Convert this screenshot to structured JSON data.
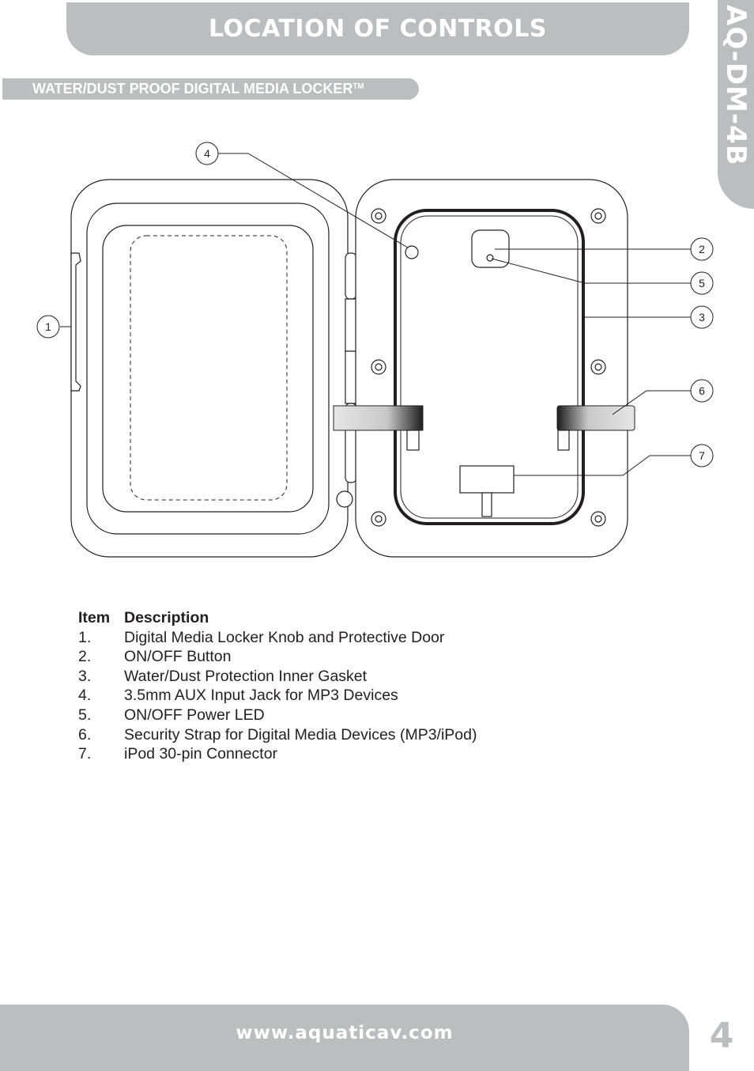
{
  "header": {
    "title": "LOCATION OF CONTROLS"
  },
  "side_tab": {
    "model": "AQ-DM-4B"
  },
  "section": {
    "title": "WATER/DUST PROOF DIGITAL MEDIA LOCKER",
    "trademark": "TM"
  },
  "diagram": {
    "callouts": [
      "1",
      "2",
      "3",
      "4",
      "5",
      "6",
      "7"
    ]
  },
  "items": {
    "header_item": "Item",
    "header_description": "Description",
    "rows": [
      {
        "num": "1.",
        "desc": "Digital Media Locker Knob and Protective Door"
      },
      {
        "num": "2.",
        "desc": "ON/OFF Button"
      },
      {
        "num": "3.",
        "desc": "Water/Dust Protection Inner Gasket"
      },
      {
        "num": "4.",
        "desc": "3.5mm AUX Input Jack for MP3 Devices"
      },
      {
        "num": "5.",
        "desc": "ON/OFF Power LED"
      },
      {
        "num": "6.",
        "desc": "Security Strap for Digital Media Devices (MP3/iPod)"
      },
      {
        "num": "7.",
        "desc": "iPod 30-pin Connector"
      }
    ]
  },
  "footer": {
    "url": "www.aquaticav.com",
    "page_number": "4"
  },
  "colors": {
    "banner_gray": "#bcbdbf",
    "text": "#231f20",
    "white": "#ffffff"
  }
}
